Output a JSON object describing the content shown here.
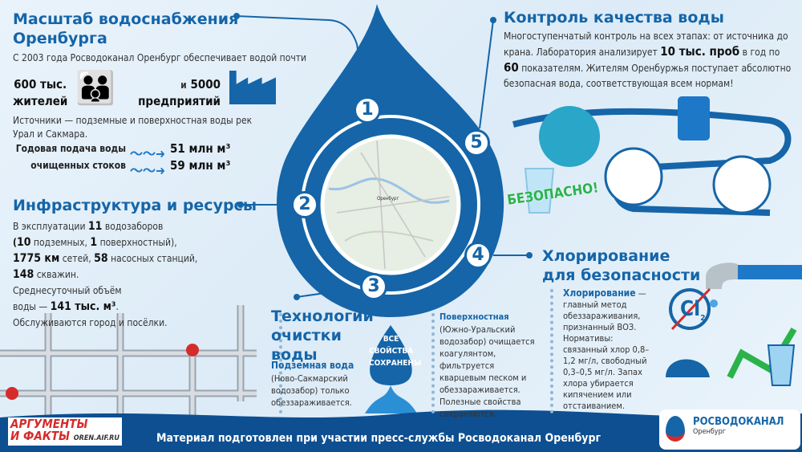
{
  "section1": {
    "title_line1": "Масштаб водоснабжения",
    "title_line2": "Оренбурга",
    "intro": "С 2003 года Росводоканал Оренбург обеспечивает водой почти",
    "residents_line1": "600 тыс.",
    "residents_line2": "жителей",
    "enterprises_prefix": "и",
    "enterprises_num": "5000",
    "enterprises_label": "предприятий",
    "sources": "Источники — подземные и поверхностная воды рек Урал и Сакмара.",
    "supply_label": "Годовая подача воды",
    "supply_value": "51 млн м³",
    "waste_label": "очищенных стоков",
    "waste_value": "59 млн м³"
  },
  "section2": {
    "title": "Инфраструктура и ресурсы",
    "l1a": "В эксплуатации ",
    "l1b": "11",
    "l1c": " водозаборов",
    "l2a": "(",
    "l2b": "10",
    "l2c": " подземных, ",
    "l2d": "1",
    "l2e": " поверхностный),",
    "l3a": "1775 км",
    "l3b": " сетей, ",
    "l3c": "58",
    "l3d": " насосных станций,",
    "l4a": "148",
    "l4b": " скважин.",
    "l5": "Среднесуточный объём",
    "l6a": "воды — ",
    "l6b": "141 тыс. м³",
    "l6c": ".",
    "l7": "Обслуживаются город и посёлки."
  },
  "section3": {
    "title_line1": "Технологии",
    "title_line2": "очистки",
    "title_line3": "воды",
    "ground_title": "Подземная вода",
    "ground_text": "(Ново-Сакмарский водозабор) только обеззараживается.",
    "drop_line1": "ВСЕ",
    "drop_line2": "СВОЙСТВА",
    "drop_line3": "СОХРАНЕНЫ",
    "surface_title": "Поверхностная",
    "surface_text": "(Южно-Уральский водозабор) очищается коагулянтом, фильтруется кварцевым песком и обеззараживается. Полезные свойства сохраняются."
  },
  "section4": {
    "title_line1": "Хлорирование",
    "title_line2": "для безопасности",
    "bold": "Хлорирование",
    "text": " — главный метод обеззараживания, признанный ВОЗ. Нормативы: связанный хлор 0,8–1,2 мг/л, свободный 0,3–0,5 мг/л. Запах хлора убирается кипячением или отстаиванием.",
    "cl_symbol": "Cl",
    "cl_sub": "2"
  },
  "section5": {
    "title": "Контроль качества воды",
    "t1": "Многоступенчатый контроль на всех этапах: от источника до крана. Лаборатория анализирует ",
    "b1": "10 тыс. проб",
    "t2": " в год по ",
    "b2": "60",
    "t3": " показателям. Жителям Оренбуржья поступает абсолютно безопасная вода, соответствующая всем нормам!",
    "safe_label": "БЕЗОПАСНО!"
  },
  "center": {
    "map_label": "Оренбург",
    "steps": [
      "1",
      "2",
      "3",
      "4",
      "5"
    ]
  },
  "footer": {
    "text": "Материал подготовлен при участии пресс-службы Росводоканал Оренбург",
    "aif_line1": "АРГУМЕНТЫ",
    "aif_line2": "И ФАКТЫ",
    "aif_site": "OREN.AIF.RU",
    "brand": "РОСВОДОКАНАЛ",
    "brand_city": "Оренбург"
  },
  "colors": {
    "primary": "#1565a8",
    "dark": "#0d4f91",
    "green": "#2ab34a",
    "red": "#d62b2b"
  }
}
